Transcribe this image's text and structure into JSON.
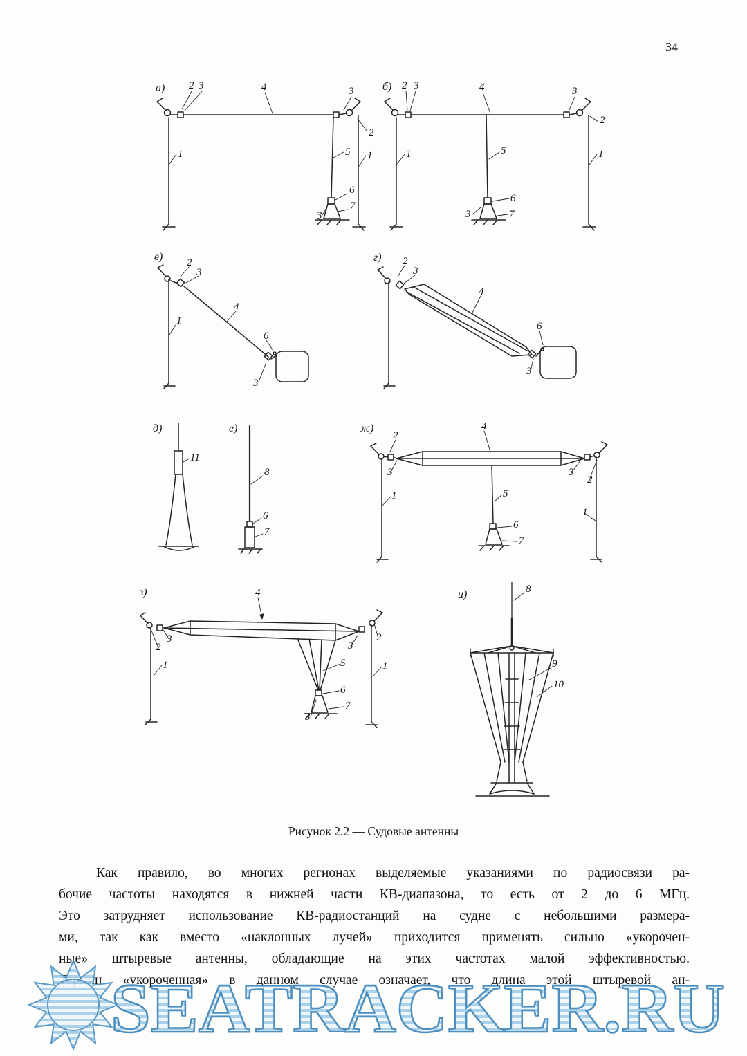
{
  "page": {
    "number": "34"
  },
  "figure": {
    "caption": "Рисунок 2.2 — Судовые антенны",
    "subfigures": [
      {
        "key": "а)",
        "labels": [
          "2",
          "3",
          "4",
          "3",
          "2",
          "5",
          "1",
          "1",
          "6",
          "7",
          "3"
        ]
      },
      {
        "key": "б)",
        "labels": [
          "2",
          "3",
          "4",
          "3",
          "2",
          "5",
          "1",
          "1",
          "6",
          "7",
          "3"
        ]
      },
      {
        "key": "в)",
        "labels": [
          "2",
          "3",
          "4",
          "1",
          "6",
          "3"
        ]
      },
      {
        "key": "г)",
        "labels": [
          "2",
          "3",
          "4",
          "6",
          "3"
        ]
      },
      {
        "key": "д)",
        "labels": [
          "11"
        ]
      },
      {
        "key": "е)",
        "labels": [
          "8",
          "6",
          "7"
        ]
      },
      {
        "key": "ж)",
        "labels": [
          "2",
          "4",
          "3",
          "3",
          "2",
          "1",
          "1",
          "5",
          "6",
          "7"
        ]
      },
      {
        "key": "з)",
        "labels": [
          "4",
          "3",
          "2",
          "1",
          "3",
          "2",
          "5",
          "1",
          "6",
          "7",
          "3"
        ]
      },
      {
        "key": "и)",
        "labels": [
          "8",
          "9",
          "10"
        ]
      }
    ]
  },
  "paragraph": {
    "lines": [
      "Как правило, во многих регионах выделяемые указаниями по радиосвязи ра-",
      "бочие частоты находятся в нижней части КВ-диапазона, то есть от 2 до 6 МГц.",
      "Это затрудняет использование КВ-радиостанций на судне с небольшими размера-",
      "ми, так как вместо «наклонных лучей» приходится применять сильно «укорочен-",
      "ные» штыревые антенны, обладающие на этих частотах малой эффективностью.",
      "Термин «укороченная» в данном случае означает, что длина этой штыревой ан-"
    ]
  },
  "watermark": {
    "text": "SEATRACKER.RU",
    "icon": "sun-icon",
    "stroke_color": "#3e86ba",
    "fill_light": "#a5cee9"
  }
}
